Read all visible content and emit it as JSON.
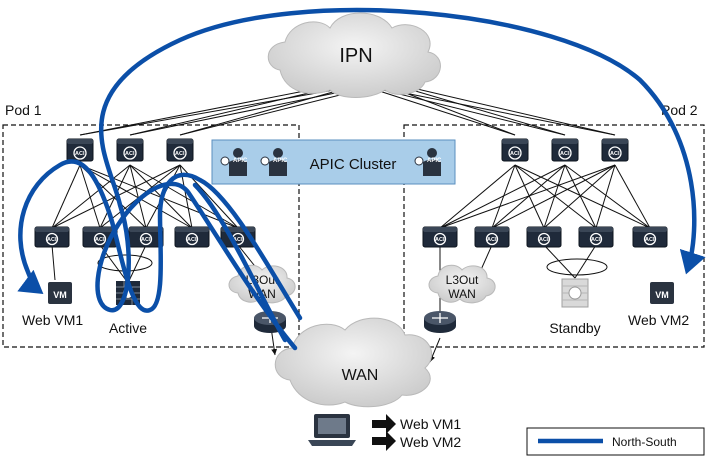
{
  "clouds": {
    "ipn": "IPN",
    "wan": "WAN",
    "l3out_pod1": [
      "L3Out",
      "WAN"
    ],
    "l3out_pod2": [
      "L3Out",
      "WAN"
    ]
  },
  "pods": {
    "pod1": "Pod 1",
    "pod2": "Pod 2"
  },
  "apic": {
    "label": "APIC Cluster",
    "node_text": "APIC"
  },
  "switch_text": "ACI",
  "endpoints": {
    "web_vm1": "Web VM1",
    "web_vm2": "Web VM2",
    "vm_badge": "VM",
    "active": "Active",
    "standby": "Standby"
  },
  "client": {
    "dest1": "Web VM1",
    "dest2": "Web VM2"
  },
  "legend": {
    "north_south": "North-South"
  },
  "colors": {
    "flow": "#0b4fa8",
    "apic_box": "#a9cde9",
    "switch": "#1f2a3a"
  }
}
